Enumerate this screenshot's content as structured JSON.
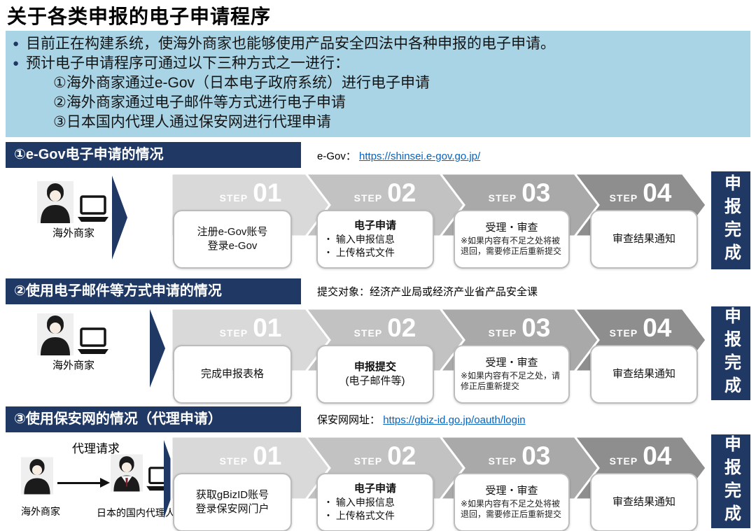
{
  "page": {
    "title": "关于各类申报的电子申请程序"
  },
  "colors": {
    "navy": "#1F3864",
    "light_blue": "#A9D4E6",
    "link_blue": "#0563C1",
    "chevron_grays": [
      "#D9D9D9",
      "#C2C2C2",
      "#A9A9A9",
      "#8E8E8E"
    ]
  },
  "intro": {
    "bullet_glyph": "●",
    "bullets": [
      "目前正在构建系统，使海外商家也能够使用产品安全四法中各种申报的电子申请。",
      "预计电子申请程序可通过以下三种方式之一进行："
    ],
    "sub_items": [
      "①海外商家通过e-Gov（日本电子政府系统）进行电子申请",
      "②海外商家通过电子邮件等方式进行电子申请",
      "③日本国内代理人通过保安网进行代理申请"
    ]
  },
  "step_word": "STEP",
  "sections": [
    {
      "header": "①e-Gov电子申请的情况",
      "note": {
        "label": "e-Gov：",
        "link": "https://shinsei.e-gov.go.jp/"
      },
      "actor": {
        "label": "海外商家"
      },
      "steps": [
        {
          "num": "01",
          "lines": [
            "注册e-Gov账号",
            "登录e-Gov"
          ]
        },
        {
          "num": "02",
          "title": "电子申请",
          "list": [
            "・ 输入申报信息",
            "・ 上传格式文件"
          ]
        },
        {
          "num": "03",
          "title": "受理・审查",
          "note": "※如果内容有不足之处将被退回，需要修正后重新提交"
        },
        {
          "num": "04",
          "lines": [
            "审查结果通知"
          ]
        }
      ],
      "result": "申报完成"
    },
    {
      "header": "②使用电子邮件等方式申请的情况",
      "note": {
        "label": "提交对象：经济产业局或经济产业省产品安全课",
        "link": null
      },
      "actor": {
        "label": "海外商家"
      },
      "steps": [
        {
          "num": "01",
          "lines": [
            "完成申报表格"
          ]
        },
        {
          "num": "02",
          "title": "申报提交",
          "lines": [
            "(电子邮件等)"
          ]
        },
        {
          "num": "03",
          "title": "受理・审查",
          "note": "※如果内容有不足之处，请修正后重新提交"
        },
        {
          "num": "04",
          "lines": [
            "审查结果通知"
          ]
        }
      ],
      "result": "申报完成"
    },
    {
      "header": "③使用保安网的情况（代理申请）",
      "note": {
        "label": "保安网网址：",
        "link": "https://gbiz-id.go.jp/oauth/login"
      },
      "actor": {
        "request_label": "代理请求",
        "from_label": "海外商家",
        "to_label": "日本的国内代理人"
      },
      "steps": [
        {
          "num": "01",
          "lines": [
            "获取gBizID账号",
            "登录保安网门户"
          ]
        },
        {
          "num": "02",
          "title": "电子申请",
          "list": [
            "・ 输入申报信息",
            "・ 上传格式文件"
          ]
        },
        {
          "num": "03",
          "title": "受理・审查",
          "note": "※如果内容有不足之处将被退回，需要修正后重新提交"
        },
        {
          "num": "04",
          "lines": [
            "审查结果通知"
          ]
        }
      ],
      "result": "申报完成"
    }
  ]
}
